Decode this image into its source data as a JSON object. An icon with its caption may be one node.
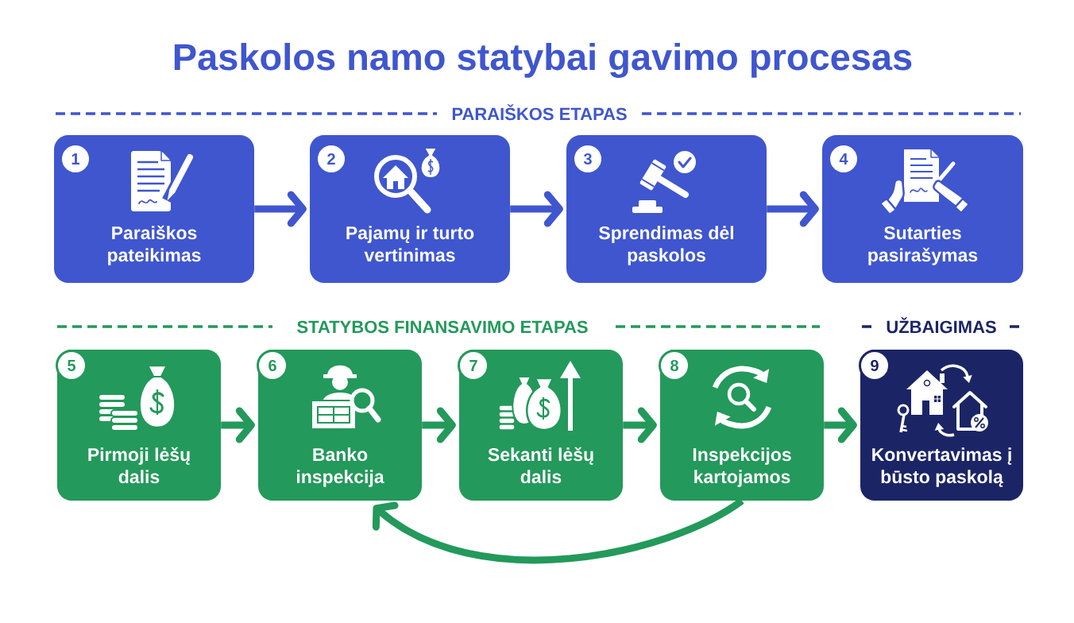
{
  "diagram": {
    "title": "Paskolos namo statybai gavimo procesas",
    "nodes": [
      {
        "text": [
          "1",
          "Paraiškos pateikimas"
        ]
      },
      {
        "text": [
          "2",
          "Pajamų ir turto vertinimas"
        ]
      },
      {
        "text": [
          "3",
          "Sprendimas dėl paskolos"
        ]
      },
      {
        "text": [
          "4",
          "Sutarties pasirašymas"
        ]
      },
      {
        "text": [
          "5",
          "Pirmoji lėšų dalis"
        ]
      },
      {
        "text": [
          "6",
          "Banko inspekcija"
        ]
      },
      {
        "text": [
          "7",
          "Sekanti lėšų dalis"
        ]
      },
      {
        "text": [
          "8",
          "Inspekcijos kartojamos"
        ]
      },
      {
        "text": [
          "9",
          "Konvertavimas į būsto paskolą"
        ]
      }
    ],
    "edges": [
      {
        "from": 0,
        "to": 1,
        "arrow": "to",
        "color": "#3f56cf"
      },
      {
        "from": 1,
        "to": 2,
        "arrow": "to",
        "color": "#3f56cf"
      },
      {
        "from": 2,
        "to": 3,
        "arrow": "to",
        "color": "#3f56cf"
      },
      {
        "from": 4,
        "to": 5,
        "arrow": "to"
      },
      {
        "from": 5,
        "to": 6,
        "arrow": "to"
      },
      {
        "from": 6,
        "to": 7,
        "arrow": "to"
      },
      {
        "from": 7,
        "to": 8,
        "arrow": "to"
      },
      {
        "from": 7,
        "to": 5,
        "arrow": "to"
      }
    ],
    "labels": [
      "PARAIŠKOS ETAPAS",
      "STATYBOS FINANSAVIMO ETAPAS",
      "UŽBAIGIMAS"
    ]
  }
}
